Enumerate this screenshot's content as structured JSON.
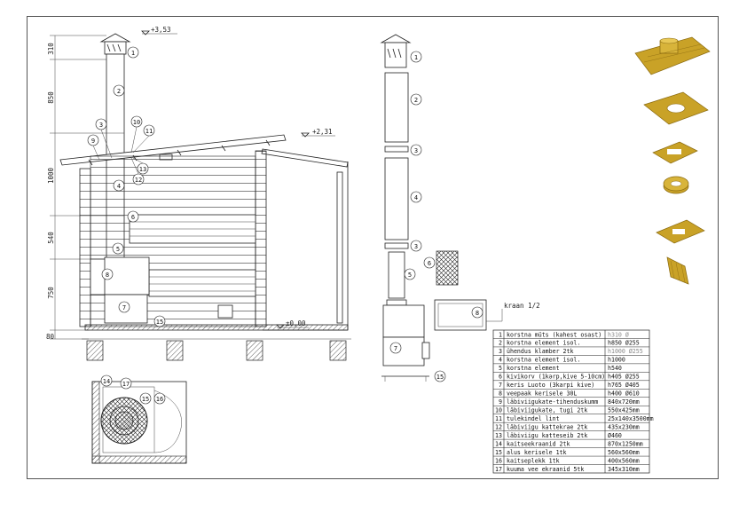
{
  "levels": {
    "top": "+3,53",
    "roof": "+2,31",
    "floor": "±0,00"
  },
  "dimensions": [
    "310",
    "850",
    "1000",
    "540",
    "750",
    "80"
  ],
  "valve_label": "kraan 1/2",
  "callout_numbers": [
    "1",
    "2",
    "3",
    "4",
    "5",
    "6",
    "7",
    "8",
    "9",
    "10",
    "11",
    "12",
    "13",
    "14",
    "15",
    "16",
    "17"
  ],
  "parts": [
    {
      "no": "1",
      "name": "korstna müts (kahest osast)",
      "spec": "h310 Ø",
      "spec_grey": true
    },
    {
      "no": "2",
      "name": "korstna element isol.",
      "spec": "h850 Ø255",
      "spec_grey": false
    },
    {
      "no": "3",
      "name": "ühendus klamber 2tk",
      "spec": "h1000 Ø255",
      "spec_grey": true
    },
    {
      "no": "4",
      "name": "korstna element isol.",
      "spec": "h1000",
      "spec_grey": false
    },
    {
      "no": "5",
      "name": "korstna element",
      "spec": "h540",
      "spec_grey": false
    },
    {
      "no": "6",
      "name": "kivikorv (1kərp,kive 5-10cm)",
      "spec": "h405 Ø255",
      "spec_grey": false
    },
    {
      "no": "7",
      "name": "keris Luoto (3karpi kive)",
      "spec": "h765 Ø405",
      "spec_grey": false
    },
    {
      "no": "8",
      "name": "veepaak kerisele 30L",
      "spec": "h400 Ø610",
      "spec_grey": false
    },
    {
      "no": "9",
      "name": "läbiviigukate-tihenduskumm",
      "spec": "840x720mm",
      "spec_grey": false
    },
    {
      "no": "10",
      "name": "läbiviigukate, tugi 2tk",
      "spec": "550x425mm",
      "spec_grey": false
    },
    {
      "no": "11",
      "name": "tulekindel lint",
      "spec": "25x140x3500mm",
      "spec_grey": false
    },
    {
      "no": "12",
      "name": "läbiviigu kattekrae 2tk",
      "spec": "435x230mm",
      "spec_grey": false
    },
    {
      "no": "13",
      "name": "läbiviigu katteseib 2tk",
      "spec": "Ø460",
      "spec_grey": false
    },
    {
      "no": "14",
      "name": "kaitseekraanid 2tk",
      "spec": "870x1250mm",
      "spec_grey": false
    },
    {
      "no": "15",
      "name": "alus kerisele 1tk",
      "spec": "560x560mm",
      "spec_grey": false
    },
    {
      "no": "16",
      "name": "kaitseplekk 1tk",
      "spec": "400x560mm",
      "spec_grey": false
    },
    {
      "no": "17",
      "name": "kuuma vee ekraanid 5tk",
      "spec": "345x310mm",
      "spec_grey": false
    }
  ],
  "colors": {
    "brass": "#c9a227",
    "brass_dark": "#8a6a10",
    "line": "#222222"
  }
}
